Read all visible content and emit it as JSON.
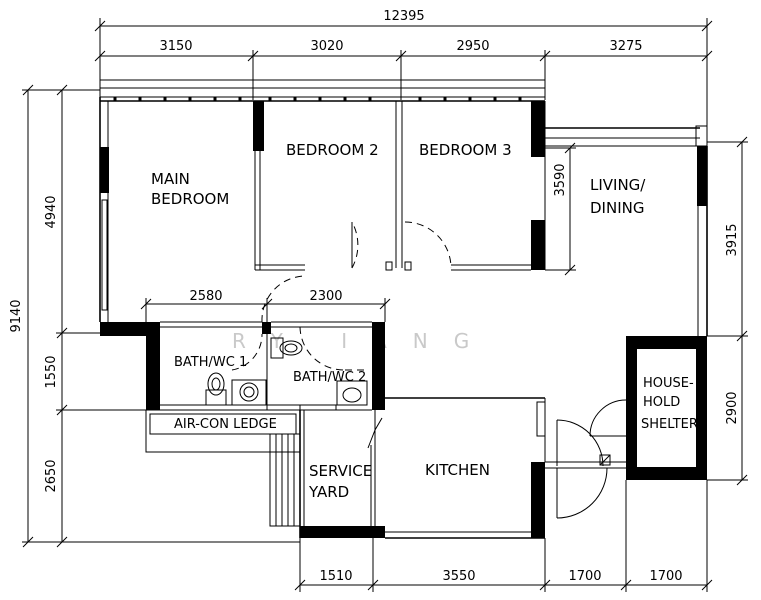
{
  "dimensions": {
    "overall_width": "12395",
    "top": [
      "3150",
      "3020",
      "2950",
      "3275"
    ],
    "bottom": [
      "1510",
      "3550",
      "1700",
      "1700"
    ],
    "overall_height": "9140",
    "left": [
      "4940",
      "1550",
      "2650"
    ],
    "right_upper": "3915",
    "right_lower": "2900",
    "bath_widths": [
      "2580",
      "2300"
    ],
    "inner_living_depth": "3590"
  },
  "rooms": {
    "main_bedroom": [
      "MAIN",
      "BEDROOM"
    ],
    "bedroom2": "BEDROOM 2",
    "bedroom3": "BEDROOM 3",
    "living": [
      "LIVING/",
      "DINING"
    ],
    "bath1": "BATH/WC 1",
    "bath2": "BATH/WC 2",
    "aircon": "AIR-CON LEDGE",
    "service": [
      "SERVICE",
      "YARD"
    ],
    "kitchen": "KITCHEN",
    "shelter": [
      "HOUSE-",
      "HOLD",
      "SHELTER"
    ]
  },
  "watermark": "RY IANG"
}
